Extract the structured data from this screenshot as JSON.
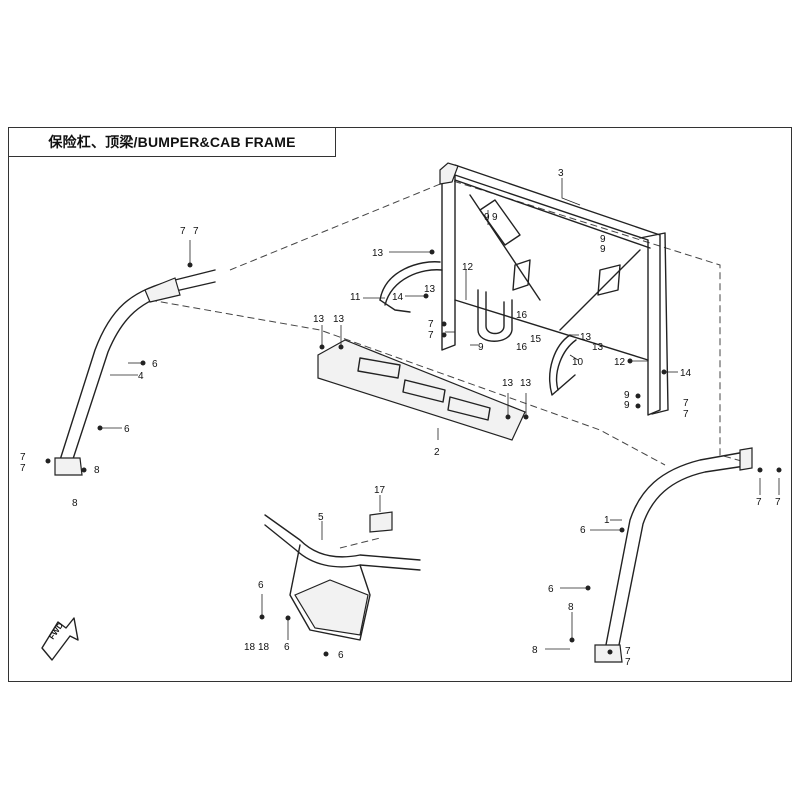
{
  "header": {
    "title": "保险杠、顶梁/BUMPER&CAB FRAME"
  },
  "fwd_label": "FWD",
  "callouts": [
    {
      "id": "c3",
      "text": "3"
    },
    {
      "id": "c9a",
      "text": "9"
    },
    {
      "id": "c9b",
      "text": "9"
    },
    {
      "id": "c9c",
      "text": "9"
    },
    {
      "id": "c9d",
      "text": "9"
    },
    {
      "id": "c13a",
      "text": "13"
    },
    {
      "id": "c12a",
      "text": "12"
    },
    {
      "id": "c11",
      "text": "11"
    },
    {
      "id": "c14a",
      "text": "14"
    },
    {
      "id": "c13b",
      "text": "13"
    },
    {
      "id": "c7a",
      "text": "7"
    },
    {
      "id": "c7b",
      "text": "7"
    },
    {
      "id": "c9e",
      "text": "9"
    },
    {
      "id": "c16a",
      "text": "16"
    },
    {
      "id": "c15",
      "text": "15"
    },
    {
      "id": "c16b",
      "text": "16"
    },
    {
      "id": "c13c",
      "text": "13"
    },
    {
      "id": "c13d",
      "text": "13"
    },
    {
      "id": "c10",
      "text": "10"
    },
    {
      "id": "c12b",
      "text": "12"
    },
    {
      "id": "c14b",
      "text": "14"
    },
    {
      "id": "c9f",
      "text": "9"
    },
    {
      "id": "c9g",
      "text": "9"
    },
    {
      "id": "c7c",
      "text": "7"
    },
    {
      "id": "c7d",
      "text": "7"
    },
    {
      "id": "c7e",
      "text": "7"
    },
    {
      "id": "c7f",
      "text": "7"
    },
    {
      "id": "c6a",
      "text": "6"
    },
    {
      "id": "c4",
      "text": "4"
    },
    {
      "id": "c6b",
      "text": "6"
    },
    {
      "id": "c7g",
      "text": "7"
    },
    {
      "id": "c7h",
      "text": "7"
    },
    {
      "id": "c8a",
      "text": "8"
    },
    {
      "id": "c8b",
      "text": "8"
    },
    {
      "id": "c13e",
      "text": "13"
    },
    {
      "id": "c13f",
      "text": "13"
    },
    {
      "id": "c13g",
      "text": "13"
    },
    {
      "id": "c13h",
      "text": "13"
    },
    {
      "id": "c2",
      "text": "2"
    },
    {
      "id": "c17",
      "text": "17"
    },
    {
      "id": "c5",
      "text": "5"
    },
    {
      "id": "c6c",
      "text": "6"
    },
    {
      "id": "c18a",
      "text": "18"
    },
    {
      "id": "c18b",
      "text": "18"
    },
    {
      "id": "c6d",
      "text": "6"
    },
    {
      "id": "c6e",
      "text": "6"
    },
    {
      "id": "c1",
      "text": "1"
    },
    {
      "id": "c6f",
      "text": "6"
    },
    {
      "id": "c6g",
      "text": "6"
    },
    {
      "id": "c8c",
      "text": "8"
    },
    {
      "id": "c8d",
      "text": "8"
    },
    {
      "id": "c7i",
      "text": "7"
    },
    {
      "id": "c7j",
      "text": "7"
    },
    {
      "id": "c7k",
      "text": "7"
    },
    {
      "id": "c7l",
      "text": "7"
    }
  ]
}
